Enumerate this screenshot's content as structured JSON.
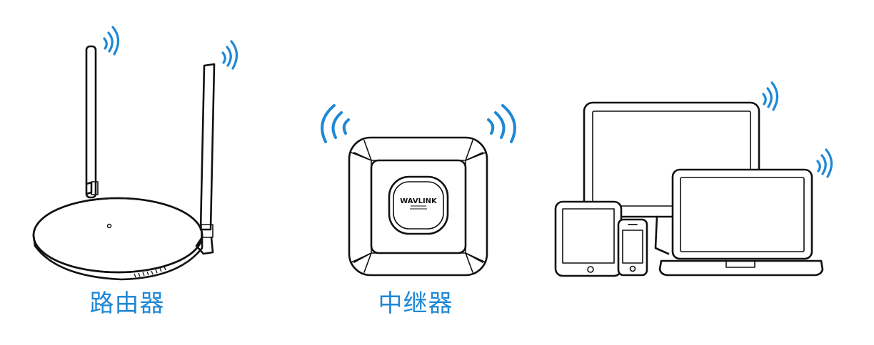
{
  "colors": {
    "accent": "#1e88d6",
    "line": "#111111",
    "background": "#ffffff"
  },
  "devices": {
    "router": {
      "label": "路由器",
      "icon": "router-icon"
    },
    "repeater": {
      "label": "中继器",
      "icon": "repeater-icon",
      "brand": "WAVLINK"
    },
    "clients": {
      "icon": "client-devices-icon",
      "items": [
        "monitor",
        "tablet",
        "phone",
        "laptop"
      ]
    }
  }
}
